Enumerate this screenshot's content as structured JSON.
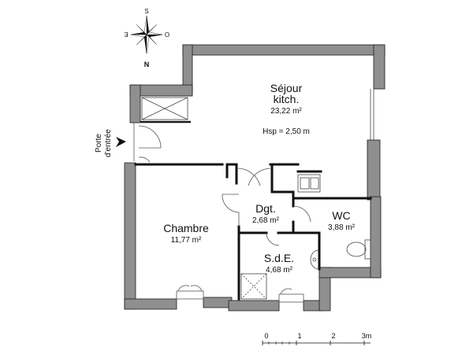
{
  "rooms": {
    "sejour": {
      "name_line1": "Séjour",
      "name_line2": "kitch.",
      "area": "23,22 m²",
      "height": "Hsp = 2,50 m"
    },
    "chambre": {
      "name": "Chambre",
      "area": "11,77 m²"
    },
    "dgt": {
      "name": "Dgt.",
      "area": "2,68 m²"
    },
    "wc": {
      "name": "WC",
      "area": "3,88 m²"
    },
    "sde": {
      "name": "S.d.E.",
      "area": "4,68 m²"
    }
  },
  "entry": {
    "line1": "Porte",
    "line2": "d'entrée"
  },
  "compass": {
    "north": "N",
    "south": "S",
    "east": "E",
    "west": "O"
  },
  "scale": {
    "ticks": [
      "0",
      "1",
      "2",
      "3m"
    ]
  },
  "colors": {
    "wall_fill": "#8f8f8f",
    "wall_stroke": "#1a1a1a",
    "thin_line": "#444444"
  }
}
